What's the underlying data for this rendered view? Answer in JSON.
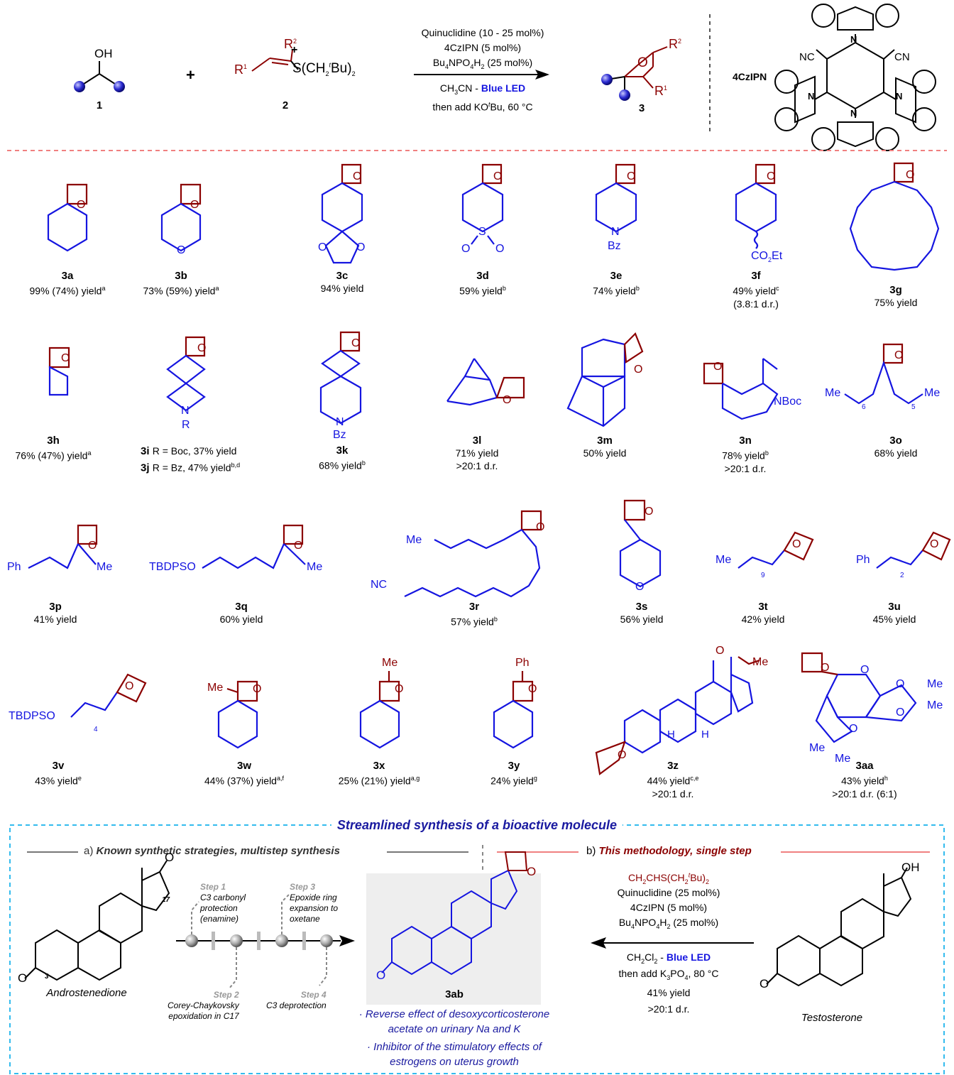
{
  "scheme": {
    "reactant1_label": "1",
    "reactant2_label": "2",
    "product_label": "3",
    "plus": "+",
    "reactant2_r1": "R",
    "reactant2_r2": "R",
    "reactant2_sulfur": "S(CH",
    "reactant2_tbu": "Bu)",
    "oh": "OH",
    "product_o": "O",
    "cond1": "Quinuclidine (10 - 25 mol%)",
    "cond2": "4CzIPN (5 mol%)",
    "cond3": "Bu",
    "cond3b": "NPO",
    "cond3c": "H",
    "cond3d": " (25 mol%)",
    "cond4a": "CH",
    "cond4b": "CN - ",
    "cond4c": "Blue LED",
    "cond5a": "then add KO",
    "cond5b": "Bu, 60 °C",
    "catalyst_name": "4CzIPN",
    "nc": "NC",
    "cn": "CN"
  },
  "compounds": [
    {
      "id": "3a",
      "yield": "99% (74%) yield",
      "sup": "a",
      "extra": ""
    },
    {
      "id": "3b",
      "yield": "73% (59%) yield",
      "sup": "a",
      "extra": ""
    },
    {
      "id": "3c",
      "yield": "94% yield",
      "sup": "",
      "extra": ""
    },
    {
      "id": "3d",
      "yield": "59% yield",
      "sup": "b",
      "extra": ""
    },
    {
      "id": "3e",
      "yield": "74% yield",
      "sup": "b",
      "extra": ""
    },
    {
      "id": "3f",
      "yield": "49% yield",
      "sup": "c",
      "extra": "(3.8:1 d.r.)"
    },
    {
      "id": "3g",
      "yield": "75% yield",
      "sup": "",
      "extra": ""
    },
    {
      "id": "3h",
      "yield": "76% (47%) yield",
      "sup": "a",
      "extra": ""
    },
    {
      "id": "3i",
      "yield": "R = Boc, 37% yield",
      "sup": "",
      "extra": ""
    },
    {
      "id": "3j",
      "yield": "R = Bz, 47% yield",
      "sup": "b,d",
      "extra": ""
    },
    {
      "id": "3k",
      "yield": "68% yield",
      "sup": "b",
      "extra": ""
    },
    {
      "id": "3l",
      "yield": "71% yield",
      "sup": "",
      "extra": ">20:1 d.r."
    },
    {
      "id": "3m",
      "yield": "50% yield",
      "sup": "",
      "extra": ""
    },
    {
      "id": "3n",
      "yield": "78% yield",
      "sup": "b",
      "extra": ">20:1 d.r."
    },
    {
      "id": "3o",
      "yield": "68% yield",
      "sup": "",
      "extra": ""
    },
    {
      "id": "3p",
      "yield": "41% yield",
      "sup": "",
      "extra": ""
    },
    {
      "id": "3q",
      "yield": "60% yield",
      "sup": "",
      "extra": ""
    },
    {
      "id": "3r",
      "yield": "57% yield",
      "sup": "b",
      "extra": ""
    },
    {
      "id": "3s",
      "yield": "56% yield",
      "sup": "",
      "extra": ""
    },
    {
      "id": "3t",
      "yield": "42% yield",
      "sup": "",
      "extra": ""
    },
    {
      "id": "3u",
      "yield": "45% yield",
      "sup": "",
      "extra": ""
    },
    {
      "id": "3v",
      "yield": "43% yield",
      "sup": "e",
      "extra": ""
    },
    {
      "id": "3w",
      "yield": "44% (37%) yield",
      "sup": "a,f",
      "extra": ""
    },
    {
      "id": "3x",
      "yield": "25% (21%) yield",
      "sup": "a,g",
      "extra": ""
    },
    {
      "id": "3y",
      "yield": "24% yield",
      "sup": "g",
      "extra": ""
    },
    {
      "id": "3z",
      "yield": "44% yield",
      "sup": "c,e",
      "extra": ">20:1 d.r."
    },
    {
      "id": "3aa",
      "yield": "43% yield",
      "sup": "h",
      "extra": ">20:1 d.r. (6:1)"
    }
  ],
  "atoms": {
    "o": "O",
    "s": "S",
    "n": "N",
    "bz": "Bz",
    "boc": "NBoc",
    "r": "R",
    "me": "Me",
    "ph": "Ph",
    "et": "CO",
    "et2": "Et",
    "tbdpso": "TBDPSO",
    "nc": "NC",
    "h": "H",
    "n6": "6",
    "n5": "5",
    "n9": "9",
    "n2": "2",
    "n4": "4",
    "n17": "17",
    "n3": "3"
  },
  "bottom": {
    "title": "Streamlined synthesis of a bioactive molecule",
    "a_prefix": "a) ",
    "a_text": "Known synthetic strategies, multistep synthesis",
    "b_prefix": "b) ",
    "b_text": "This methodology, single step",
    "start": "Androstenedione",
    "end": "Testosterone",
    "product": "3ab",
    "steps": [
      {
        "name": "Step 1",
        "desc": [
          "C3 carbonyl",
          "protection",
          "(enamine)"
        ]
      },
      {
        "name": "Step 2",
        "desc": [
          "Corey-Chaykovsky",
          "epoxidation in C17"
        ]
      },
      {
        "name": "Step 3",
        "desc": [
          "Epoxide ring",
          "expansion to",
          "oxetane"
        ]
      },
      {
        "name": "Step 4",
        "desc": [
          "C3 deprotection"
        ]
      }
    ],
    "reagent1a": "CH",
    "reagent1b": "CHS(CH",
    "reagent1c": "Bu)",
    "cond1": "Quinuclidine (25 mol%)",
    "cond2": "4CzIPN (5 mol%)",
    "cond3": "Bu",
    "cond3b": "NPO",
    "cond3c": "H",
    "cond3d": " (25 mol%)",
    "cond4a": "CH",
    "cond4b": "Cl",
    "cond4c": " - ",
    "cond4d": "Blue LED",
    "cond5a": "then add K",
    "cond5b": "PO",
    "cond5c": ", 80 °C",
    "yield": "41% yield",
    "dr": ">20:1 d.r.",
    "notes": [
      [
        "· Reverse effect of desoxycorticosterone",
        "acetate on urinary Na and K"
      ],
      [
        "· Inhibitor of the stimulatory effects of",
        "estrogens on uterus growth"
      ]
    ]
  },
  "colors": {
    "blue": "#1515e0",
    "red": "#8b0000",
    "pink": "#f08080",
    "cyan": "#33bbee",
    "navy": "#1a1aa0"
  }
}
